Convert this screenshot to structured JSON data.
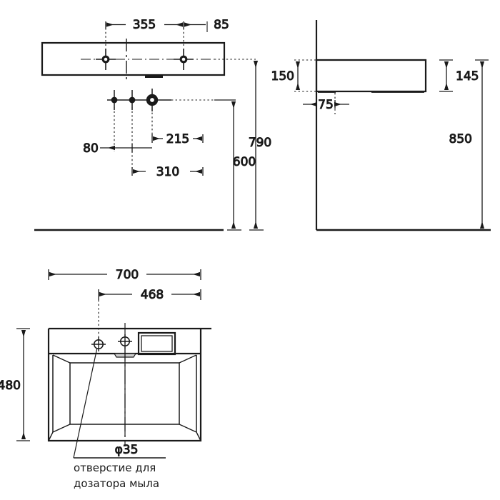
{
  "drawing": {
    "title": "Washbasin technical drawing",
    "units": "mm",
    "line_color": "#1a1a1a",
    "background": "#ffffff",
    "views": [
      {
        "name": "front-elevation",
        "label": ""
      },
      {
        "name": "side-elevation",
        "label": ""
      },
      {
        "name": "plan-view",
        "label": ""
      }
    ]
  },
  "front_view": {
    "dimensions": {
      "d355": "355",
      "d85": "85",
      "d215": "215",
      "d80": "80",
      "d310": "310",
      "d790": "790",
      "d600": "600"
    }
  },
  "side_view": {
    "dimensions": {
      "d150": "150",
      "d145": "145",
      "d75": "75",
      "d850": "850"
    }
  },
  "plan_view": {
    "dimensions": {
      "d700": "700",
      "d468": "468",
      "d480": "480",
      "diameter": "φ35"
    },
    "annotation": {
      "line1": "отверстие для",
      "line2": "дозатора мыла"
    }
  }
}
